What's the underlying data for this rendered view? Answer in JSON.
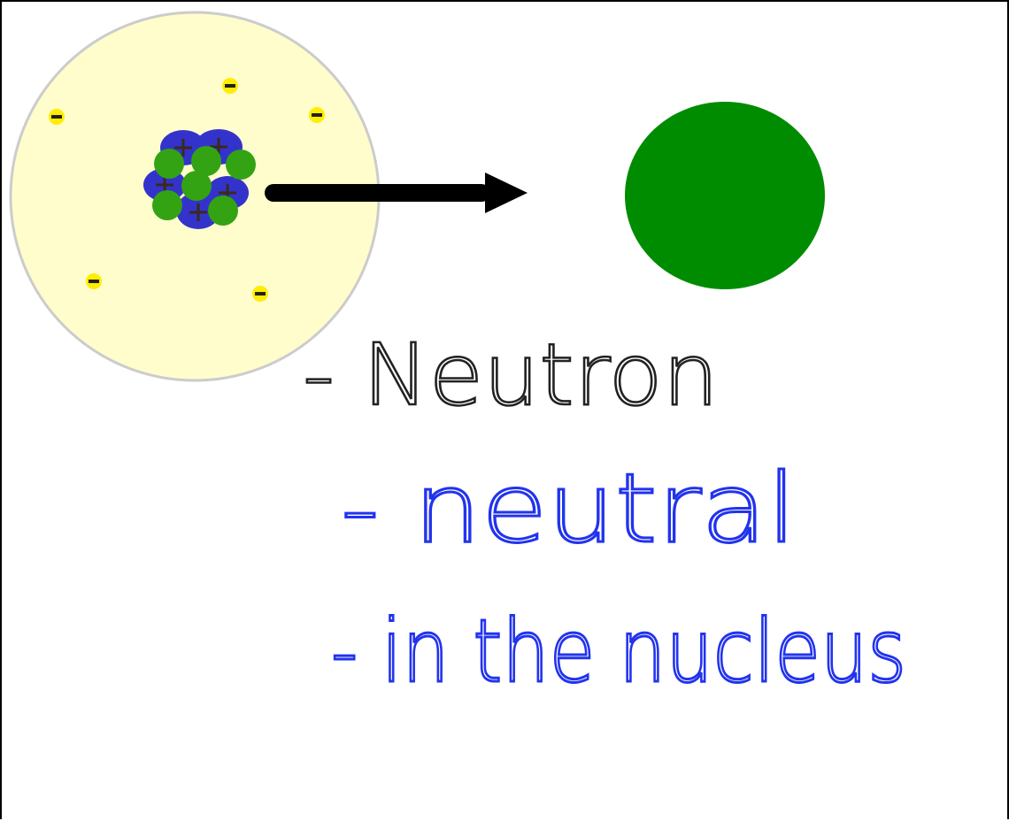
{
  "notes": {
    "heading": "- Neutron",
    "line1": "- neutral",
    "line2": "- in the nucleus"
  },
  "colors": {
    "atom_fill": "#fffdcc",
    "atom_stroke": "#cccccc",
    "electron": "#ffee00",
    "proton": "#3333cc",
    "neutron_small": "#33a313",
    "neutron_big": "#008c00",
    "arrow": "#000000",
    "ink_black": "#111111",
    "ink_blue": "#2233ee"
  },
  "icons": {
    "electron": "minus-sign",
    "proton": "plus-sign"
  }
}
